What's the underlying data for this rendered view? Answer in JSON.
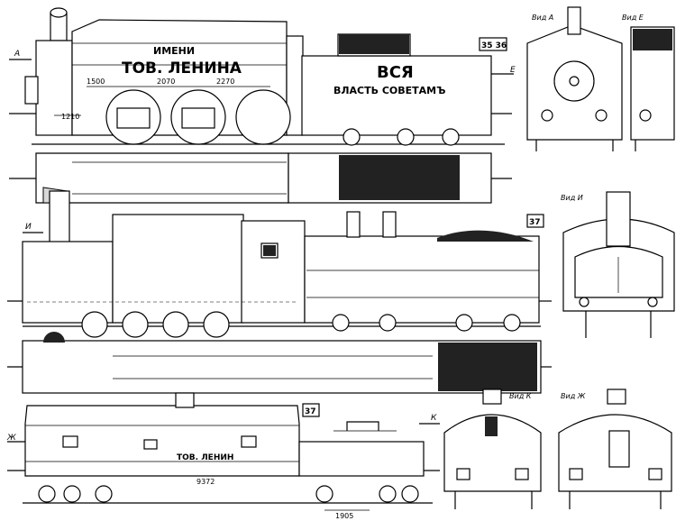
{
  "labels": {
    "top_imeni": "ИМЕНИ",
    "top_name": "ТОВ. ЛЕНИНА",
    "tender_vsya": "ВСЯ",
    "tender_slogan": "ВЛАСТЬ СОВЕТАМЪ",
    "plate_35_36": "35 36",
    "plate_37a": "37",
    "plate_37b": "37",
    "arrow_a": "А",
    "arrow_e": "Е",
    "arrow_i": "И",
    "arrow_k": "К",
    "arrow_zh": "Ж",
    "car_name": "ТОВ. ЛЕНИН",
    "car_number": "9372",
    "view_a": "Вид А",
    "view_e": "Вид Е",
    "view_i": "Вид И",
    "view_k": "Вид К",
    "view_zh": "Вид Ж"
  },
  "dimensions": {
    "d1500": "1500",
    "d2070": "2070",
    "d2270": "2270",
    "d1210": "1210",
    "d1905": "1905"
  }
}
